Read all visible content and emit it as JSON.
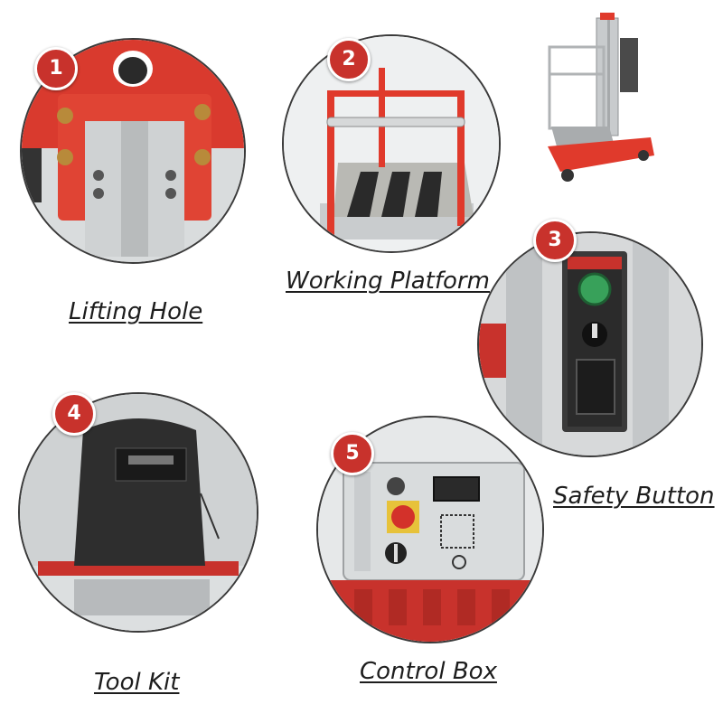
{
  "features": [
    {
      "number": "1",
      "label": "Lifting Hole"
    },
    {
      "number": "2",
      "label": "Working Platform"
    },
    {
      "number": "3",
      "label": "Safety Button"
    },
    {
      "number": "4",
      "label": "Tool Kit"
    },
    {
      "number": "5",
      "label": "Control Box"
    }
  ],
  "colors": {
    "accent_red": "#c8322c",
    "frame_red": "#e03a2c",
    "steel": "#c9ccce",
    "dark": "#2a2a2a"
  }
}
